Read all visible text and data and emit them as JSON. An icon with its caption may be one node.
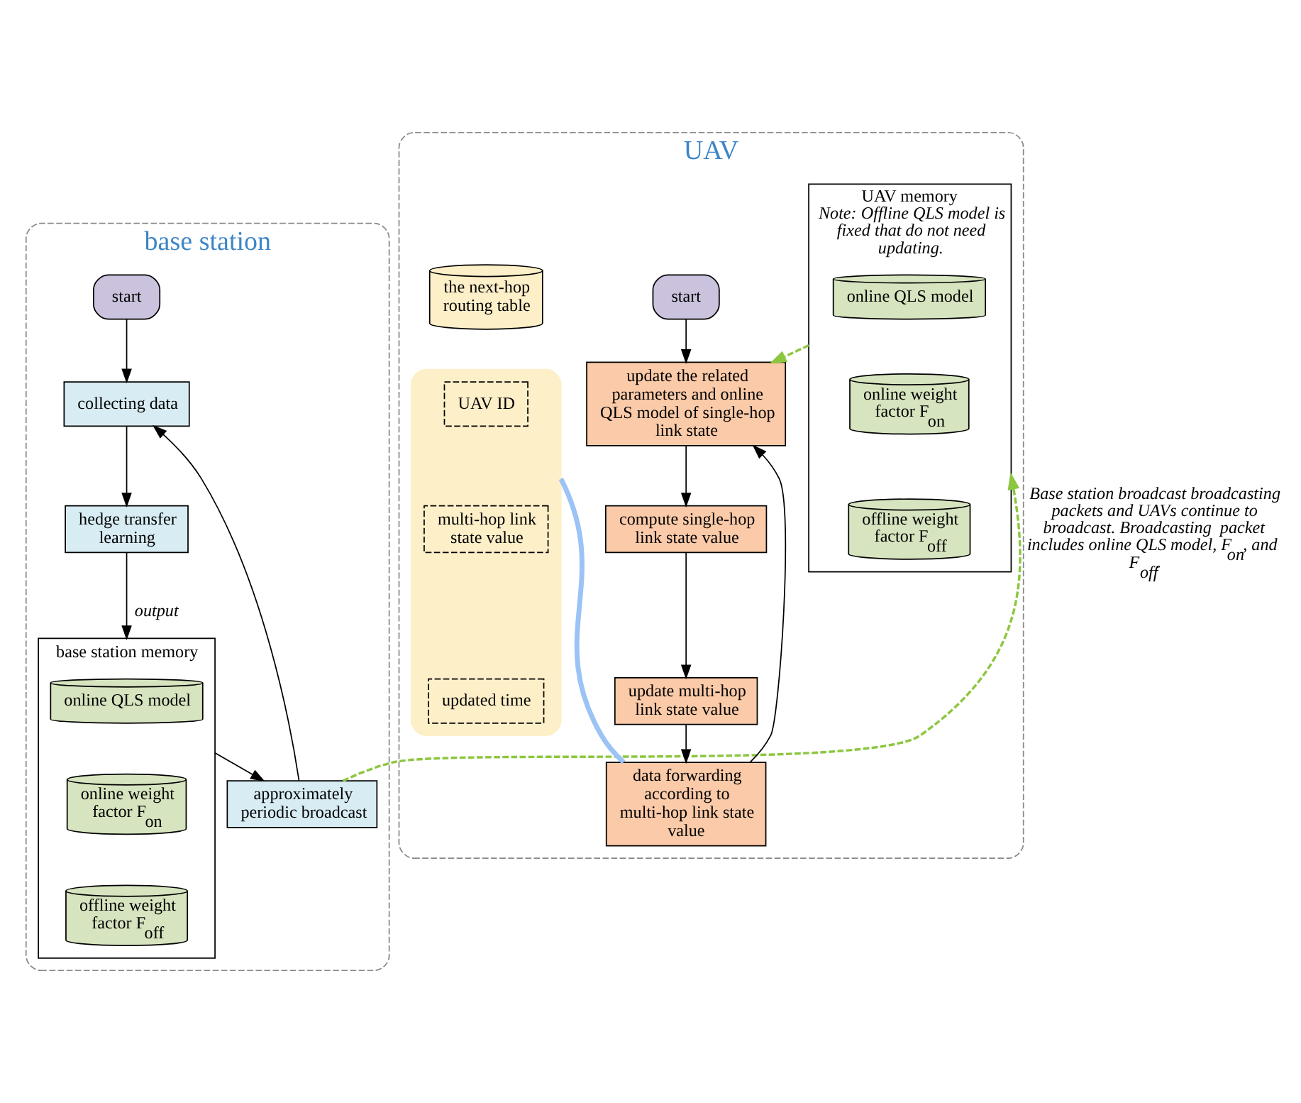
{
  "diagram": {
    "nodes": [
      {
        "text": [
          "base station"
        ]
      },
      {
        "text": [
          "start"
        ],
        "in": 0
      },
      {
        "text": [
          "collecting data"
        ],
        "in": 0
      },
      {
        "text": [
          "hedge transfer learning"
        ],
        "in": 0
      },
      {
        "text": [
          "base station memory"
        ],
        "in": 0
      },
      {
        "text": [
          "online QLS model"
        ],
        "in": 4
      },
      {
        "text": [
          "online weight factor F$_{on}$"
        ],
        "in": 4
      },
      {
        "text": [
          "offline weight factor F$_{off}$"
        ],
        "in": 4
      },
      {
        "text": [
          "approximately periodic broadcast"
        ],
        "in": 0
      },
      {
        "text": [
          "UAV"
        ]
      },
      {
        "text": [
          "start"
        ],
        "in": 9
      },
      {
        "text": [
          "update the related parameters and online QLS model of single-hop link state"
        ],
        "in": 9
      },
      {
        "text": [
          "compute single-hop link state value"
        ],
        "in": 9
      },
      {
        "text": [
          "update multi-hop link state value"
        ],
        "in": 9
      },
      {
        "text": [
          "data forwarding according to multi-hop link state value"
        ],
        "in": 9
      },
      {
        "text": [
          "UAV memory",
          "Note: Offline QLS model is fixed that do not need updating."
        ],
        "in": 9
      },
      {
        "text": [
          "online QLS model"
        ],
        "in": 15
      },
      {
        "text": [
          "online weight factor F$_{on}$"
        ],
        "in": 15
      },
      {
        "text": [
          "offline weight factor F$_{off}$"
        ],
        "in": 15
      },
      {
        "text": [
          "the next-hop routing table"
        ],
        "in": 9
      },
      {
        "text": [],
        "shape": "box",
        "in": 9
      },
      {
        "text": [
          "UAV ID"
        ],
        "in": 20
      },
      {
        "text": [
          "multi-hop link state value"
        ],
        "in": 20
      },
      {
        "text": [
          "updated time"
        ],
        "in": 20
      }
    ],
    "edges": [
      {
        "from": 1,
        "to": 2,
        "arrow": "to"
      },
      {
        "from": 2,
        "to": 3,
        "arrow": "to"
      },
      {
        "from": 3,
        "to": 4,
        "arrow": "to",
        "label": "output"
      },
      {
        "from": 4,
        "to": 8,
        "arrow": "to"
      },
      {
        "from": 8,
        "to": 2,
        "arrow": "to"
      },
      {
        "from": 10,
        "to": 11,
        "arrow": "to"
      },
      {
        "from": 11,
        "to": 12,
        "arrow": "to"
      },
      {
        "from": 12,
        "to": 13,
        "arrow": "to"
      },
      {
        "from": 13,
        "to": 14,
        "arrow": "to"
      },
      {
        "from": 14,
        "to": 11,
        "arrow": "to"
      },
      {
        "from": 15,
        "to": 11,
        "arrow": "to",
        "style": "dashed",
        "color": "#8dc63f"
      },
      {
        "from": 8,
        "to": 15,
        "arrow": "to",
        "style": "dashed",
        "color": "#8dc63f",
        "label": "Base station broadcast broadcasting packets and UAVs continue to broadcast. Broadcasting  packet includes online QLS model, F$_{on}$, and F$_{off}$."
      },
      {
        "from": 14,
        "to": 20,
        "arrow": "none",
        "style": "thick",
        "color": "#9cc3f5"
      }
    ]
  }
}
